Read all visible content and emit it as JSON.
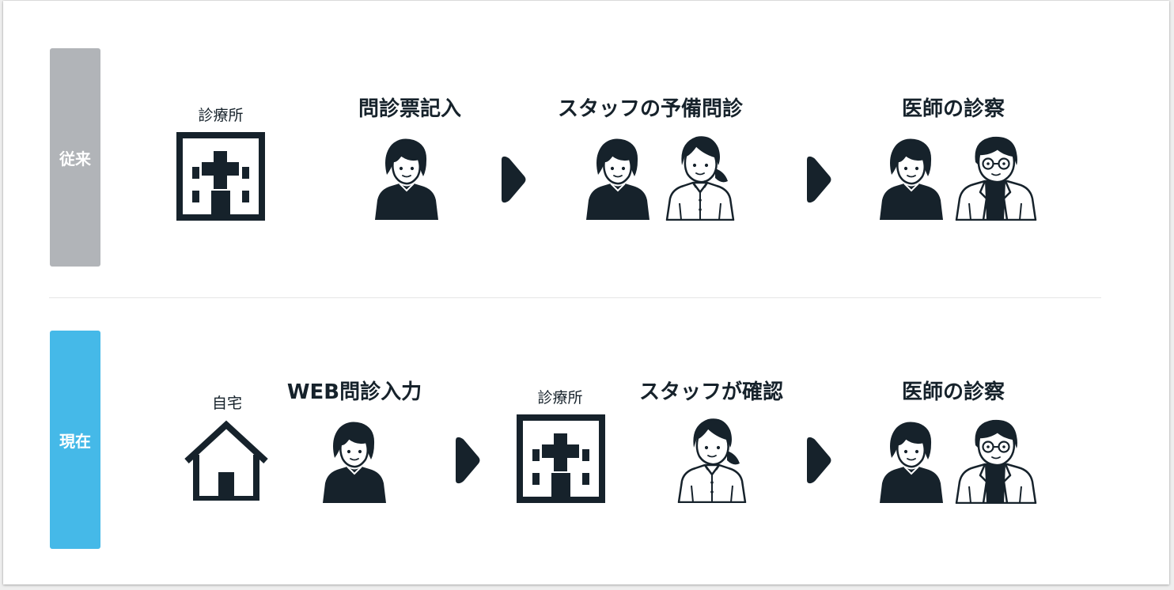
{
  "colors": {
    "ink": "#16222b",
    "label_past": "#b1b4b8",
    "label_now": "#45b9e8"
  },
  "rows": [
    {
      "label": "従来",
      "steps": {
        "place": "診療所",
        "s1": "問診票記入",
        "s2": "スタッフの予備問診",
        "s3": "医師の診察"
      }
    },
    {
      "label": "現在",
      "steps": {
        "place": "自宅",
        "s1": "WEB問診入力",
        "place2": "診療所",
        "s2": "スタッフが確認",
        "s3": "医師の診察"
      }
    }
  ],
  "icons": [
    "clinic-building-icon",
    "patient-icon",
    "staff-nurse-icon",
    "doctor-icon",
    "house-icon",
    "arrow-right-icon"
  ]
}
